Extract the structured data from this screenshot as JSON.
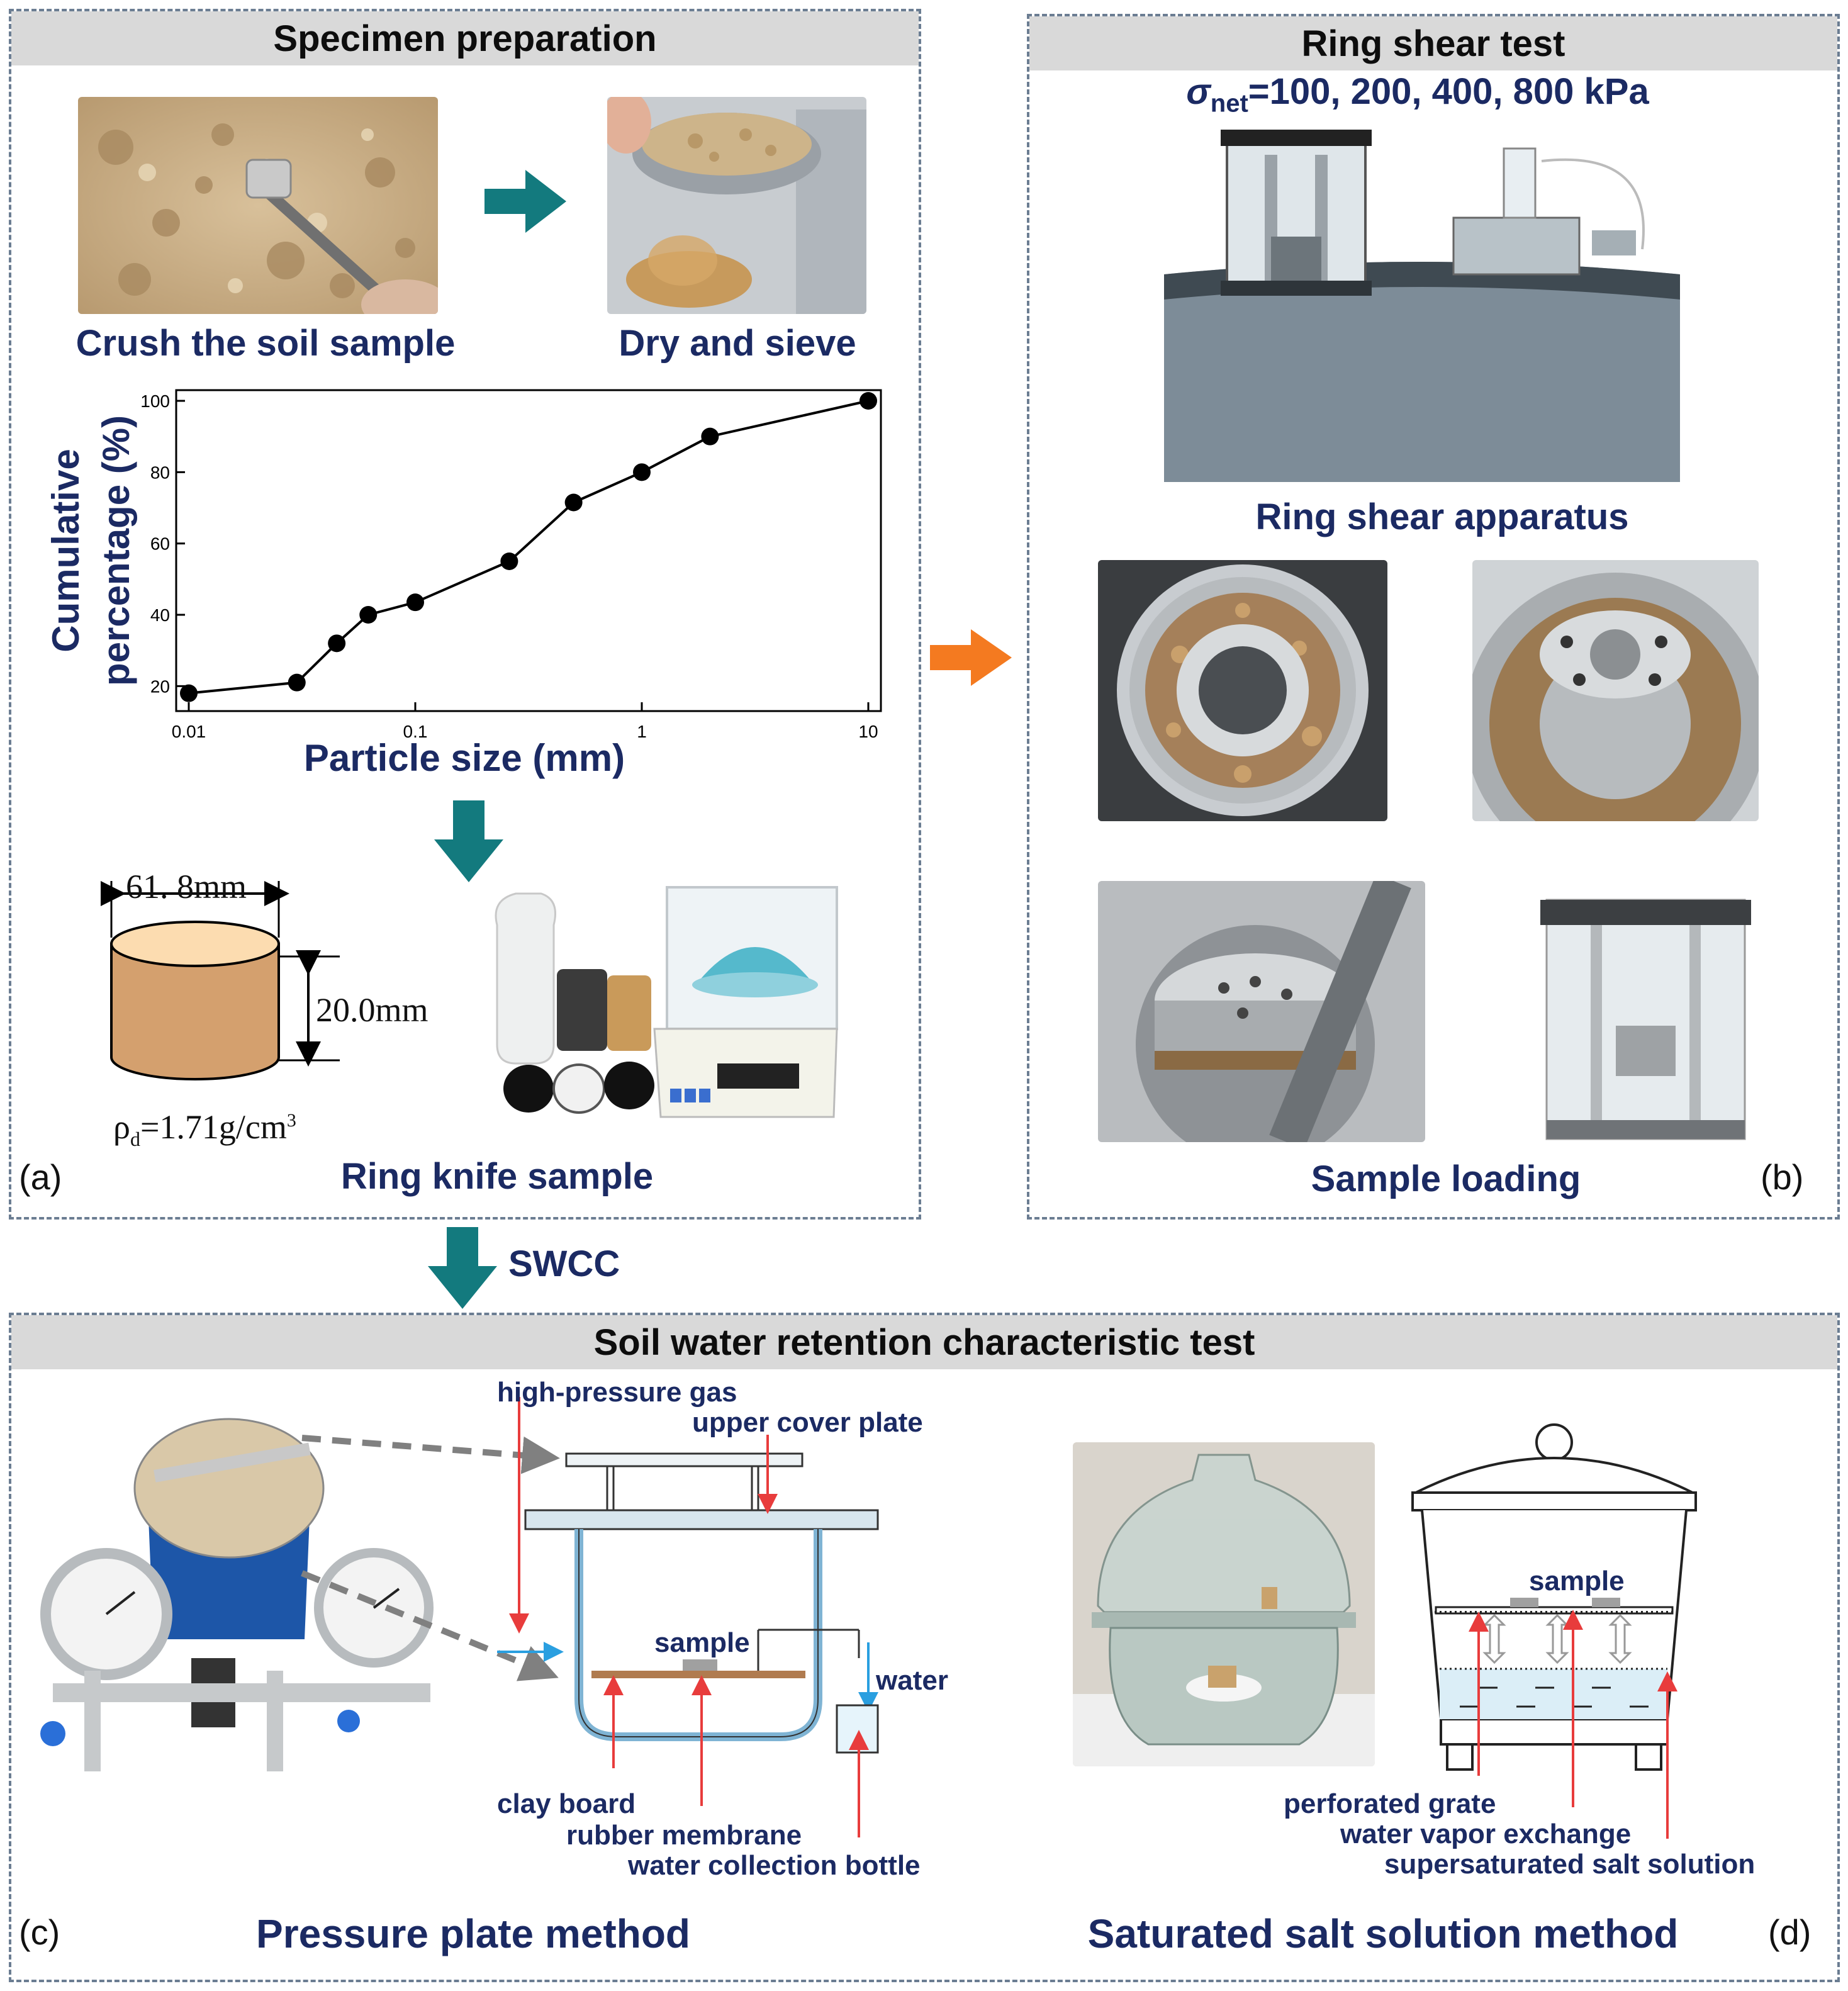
{
  "panel_a": {
    "header": "Specimen preparation",
    "crush_label": "Crush the soil sample",
    "dry_label": "Dry and sieve",
    "tag": "(a)",
    "ring_knife_label": "Ring knife sample",
    "diameter": "61. 8mm",
    "height": "20.0mm",
    "density": "ρd=1.71g/cm3"
  },
  "panel_b": {
    "header": "Ring shear test",
    "sigma_sym": "σ",
    "sigma_sub": "net",
    "sigma_values": "=100, 200, 400, 800 kPa",
    "apparatus_label": "Ring shear apparatus",
    "loading_label": "Sample loading",
    "tag": "(b)"
  },
  "swcc_label": "SWCC",
  "panel_cd": {
    "header": "Soil water retention characteristic test",
    "tag_c": "(c)",
    "tag_d": "(d)",
    "pressure_method": "Pressure plate method",
    "salt_method": "Saturated salt solution method",
    "labels": {
      "high_pressure_gas": "high-pressure gas",
      "upper_cover_plate": "upper cover plate",
      "sample": "sample",
      "water": "water",
      "clay_board": "clay board",
      "rubber_membrane": "rubber membrane",
      "water_collection_bottle": "water collection bottle",
      "sample_d": "sample",
      "perforated_grate": "perforated grate",
      "water_vapor_exchange": "water vapor exchange",
      "supersaturated_salt_solution": "supersaturated salt solution"
    }
  },
  "chart_data": {
    "type": "line",
    "xscale": "log",
    "x": [
      0.01,
      0.03,
      0.045,
      0.062,
      0.1,
      0.26,
      0.5,
      1,
      2,
      10
    ],
    "y": [
      18,
      21,
      32,
      40,
      43.5,
      55,
      71.5,
      80,
      90,
      100
    ],
    "xlabel": "Particle size (mm)",
    "ylabel_line1": "Cumulative",
    "ylabel_line2": "percentage (%)",
    "xticks": [
      "0.01",
      "0.1",
      "1",
      "10"
    ],
    "yticks": [
      "20",
      "40",
      "60",
      "80",
      "100"
    ],
    "xlim": [
      0.01,
      10
    ],
    "ylim": [
      13,
      103
    ],
    "marker_color": "#000000",
    "line_color": "#000000"
  },
  "colors": {
    "teal_arrow": "#137a7e",
    "orange_arrow": "#f47a20",
    "red_arrow": "#e83c3c",
    "blue_arrow": "#2a9fe0",
    "header_bg": "#d9d9d9",
    "label_text": "#1b2a63"
  }
}
